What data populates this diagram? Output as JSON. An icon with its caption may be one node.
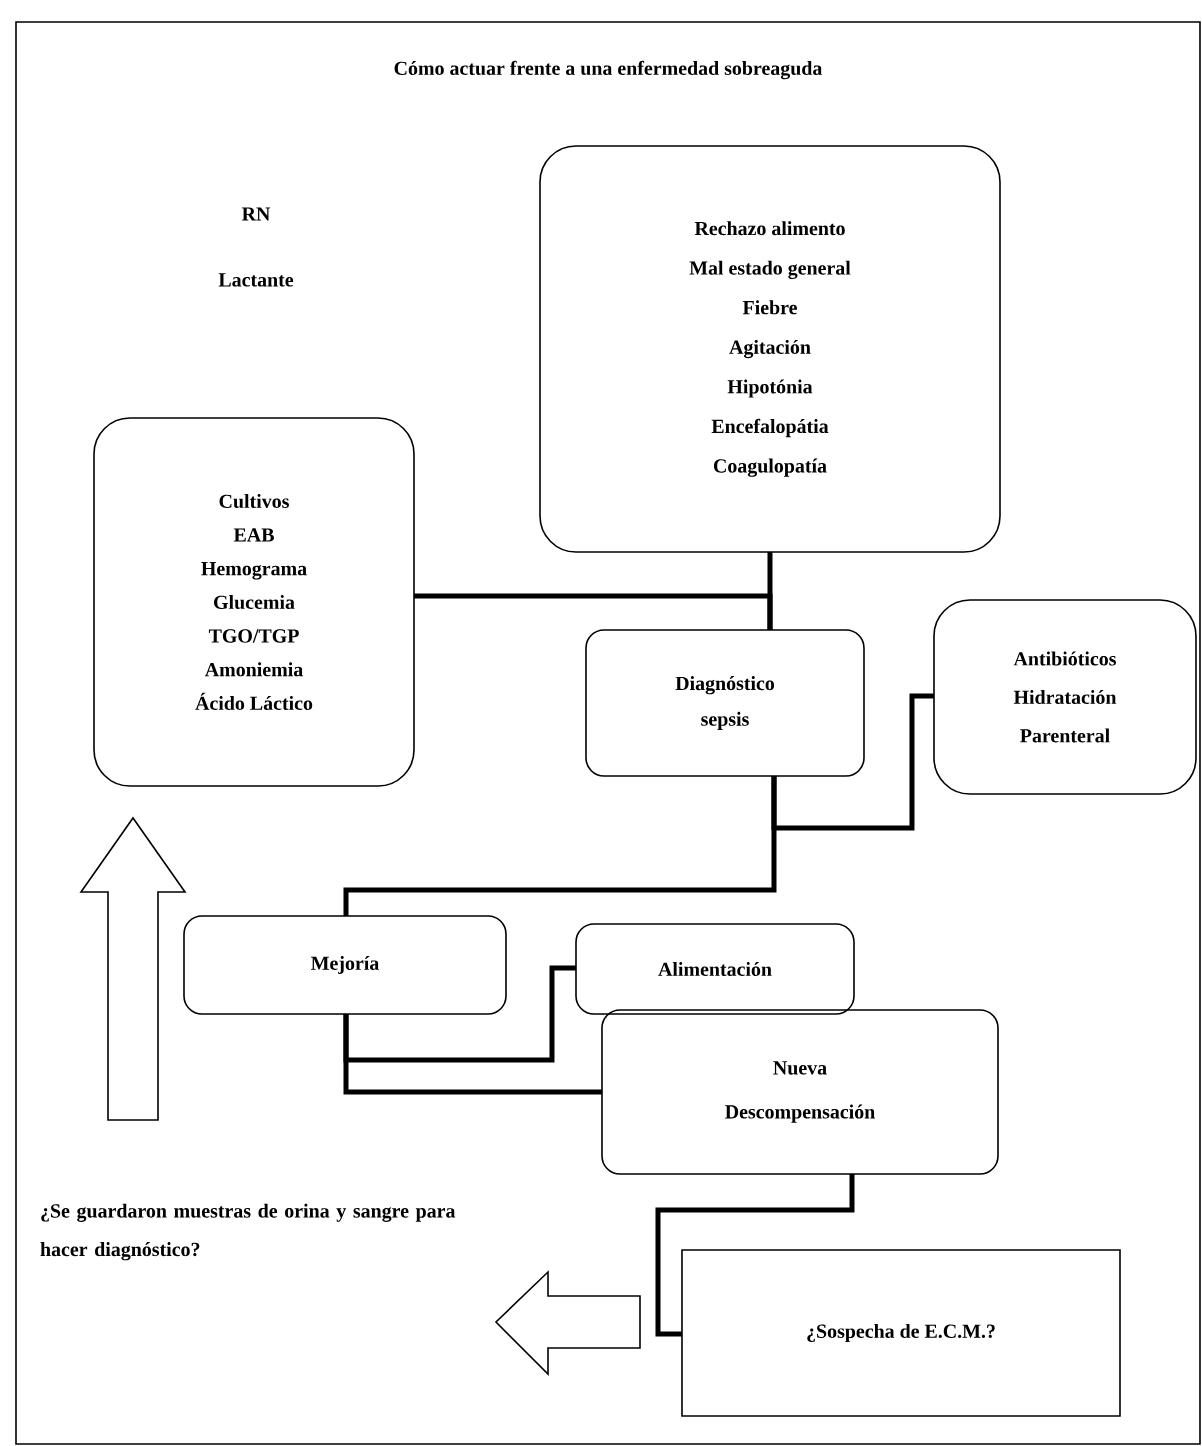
{
  "diagram": {
    "title": "Cómo actuar frente a una enfermedad sobreaguda",
    "nodes": [
      {
        "text": [
          "Rechazo alimento",
          "Mal estado general",
          "Fiebre",
          "Agitación",
          "Hipotónia",
          "Encefalopátia",
          "Coagulopatía"
        ]
      },
      {
        "text": [
          "Cultivos",
          "EAB",
          "Hemograma",
          "Glucemia",
          "TGO/TGP",
          "Amoniemia",
          "Ácido Láctico"
        ]
      },
      {
        "text": [
          "Diagnóstico",
          "sepsis"
        ]
      },
      {
        "text": [
          "Antibióticos",
          "Hidratación",
          "Parenteral"
        ]
      },
      {
        "text": [
          "Mejoría"
        ]
      },
      {
        "text": [
          "Alimentación"
        ]
      },
      {
        "text": [
          "Nueva",
          "Descompensación"
        ]
      },
      {
        "text": [
          "¿Sospecha de E.C.M.?"
        ]
      },
      {
        "text": [
          "¿Se guardaron muestras de orina y sangre para hacer diagnóstico?"
        ]
      }
    ],
    "edges": [
      {
        "from": 0,
        "to": 2,
        "arrow": "none"
      },
      {
        "from": 1,
        "to": 2,
        "arrow": "none"
      },
      {
        "from": 2,
        "to": 3,
        "arrow": "none"
      },
      {
        "from": 2,
        "to": 4,
        "arrow": "none"
      },
      {
        "from": 4,
        "to": 5,
        "arrow": "none"
      },
      {
        "from": 4,
        "to": 6,
        "arrow": "none"
      },
      {
        "from": 6,
        "to": 7,
        "arrow": "none"
      },
      {
        "from": 7,
        "to": 8,
        "arrow": "to"
      },
      {
        "from": 8,
        "to": 1,
        "arrow": "to"
      }
    ],
    "labels": [
      "RN",
      "Lactante"
    ]
  }
}
